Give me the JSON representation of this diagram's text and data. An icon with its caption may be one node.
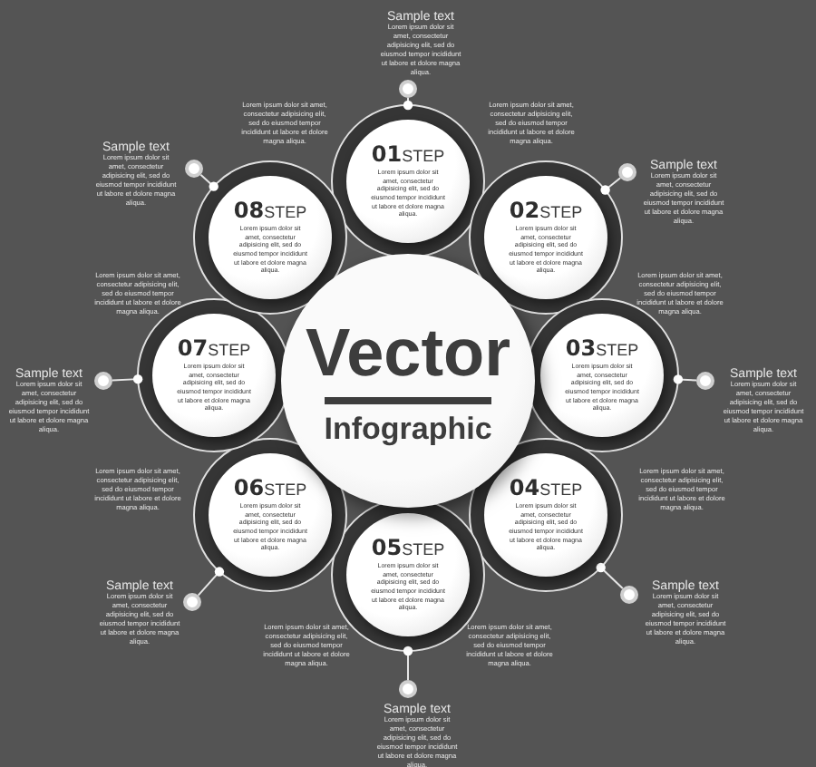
{
  "diagram": {
    "nodes": [
      {
        "text": [
          "Vector",
          "Infographic"
        ]
      },
      {
        "text": [
          "**01**STEP",
          "Lorem ipsum dolor sit amet, consectetur adipisicing elit, sed do eiusmod tempor incididunt ut labore et dolore magna aliqua."
        ]
      },
      {
        "text": [
          "**02**STEP",
          "Lorem ipsum dolor sit amet, consectetur adipisicing elit, sed do eiusmod tempor incididunt ut labore et dolore magna aliqua."
        ]
      },
      {
        "text": [
          "**03**STEP",
          "Lorem ipsum dolor sit amet, consectetur adipisicing elit, sed do eiusmod tempor incididunt ut labore et dolore magna aliqua."
        ]
      },
      {
        "text": [
          "**04**STEP",
          "Lorem ipsum dolor sit amet, consectetur adipisicing elit, sed do eiusmod tempor incididunt ut labore et dolore magna aliqua."
        ]
      },
      {
        "text": [
          "**05**STEP",
          "Lorem ipsum dolor sit amet, consectetur adipisicing elit, sed do eiusmod tempor incididunt ut labore et dolore magna aliqua."
        ]
      },
      {
        "text": [
          "**06**STEP",
          "Lorem ipsum dolor sit amet, consectetur adipisicing elit, sed do eiusmod tempor incididunt ut labore et dolore magna aliqua."
        ]
      },
      {
        "text": [
          "**07**STEP",
          "Lorem ipsum dolor sit amet, consectetur adipisicing elit, sed do eiusmod tempor incididunt ut labore et dolore magna aliqua."
        ]
      },
      {
        "text": [
          "**08**STEP",
          "Lorem ipsum dolor sit amet, consectetur adipisicing elit, sed do eiusmod tempor incididunt ut labore et dolore magna aliqua."
        ]
      },
      {
        "text": [],
        "shape": "circle",
        "beside": [
          "Sample text",
          "Lorem ipsum dolor sit amet, consectetur adipisicing elit, sed do eiusmod tempor incididunt ut labore et dolore magna aliqua."
        ]
      },
      {
        "text": [],
        "shape": "circle",
        "beside": [
          "Sample text",
          "Lorem ipsum dolor sit amet, consectetur adipisicing elit, sed do eiusmod tempor incididunt ut labore et dolore magna aliqua."
        ]
      },
      {
        "text": [],
        "shape": "circle",
        "beside": [
          "Sample text",
          "Lorem ipsum dolor sit amet, consectetur adipisicing elit, sed do eiusmod tempor incididunt ut labore et dolore magna aliqua."
        ]
      },
      {
        "text": [],
        "shape": "circle",
        "beside": [
          "Sample text",
          "Lorem ipsum dolor sit amet, consectetur adipisicing elit, sed do eiusmod tempor incididunt ut labore et dolore magna aliqua."
        ]
      },
      {
        "text": [],
        "shape": "circle",
        "beside": [
          "Sample text",
          "Lorem ipsum dolor sit amet, consectetur adipisicing elit, sed do eiusmod tempor incididunt ut labore et dolore magna aliqua."
        ]
      },
      {
        "text": [],
        "shape": "circle",
        "beside": [
          "Sample text",
          "Lorem ipsum dolor sit amet, consectetur adipisicing elit, sed do eiusmod tempor incididunt ut labore et dolore magna aliqua."
        ]
      },
      {
        "text": [],
        "shape": "circle",
        "beside": [
          "Sample text",
          "Lorem ipsum dolor sit amet, consectetur adipisicing elit, sed do eiusmod tempor incididunt ut labore et dolore magna aliqua."
        ]
      },
      {
        "text": [],
        "shape": "circle",
        "beside": [
          "Sample text",
          "Lorem ipsum dolor sit amet, consectetur adipisicing elit, sed do eiusmod tempor incididunt ut labore et dolore magna aliqua."
        ]
      }
    ],
    "edges": [
      {
        "from": 1,
        "to": 9,
        "arrow": "none"
      },
      {
        "from": 2,
        "to": 10,
        "arrow": "none"
      },
      {
        "from": 3,
        "to": 11,
        "arrow": "none"
      },
      {
        "from": 4,
        "to": 12,
        "arrow": "none"
      },
      {
        "from": 5,
        "to": 13,
        "arrow": "none"
      },
      {
        "from": 6,
        "to": 14,
        "arrow": "none"
      },
      {
        "from": 7,
        "to": 15,
        "arrow": "none"
      },
      {
        "from": 8,
        "to": 16,
        "arrow": "none"
      }
    ],
    "labels": [
      "Lorem ipsum dolor sit amet, consectetur adipisicing elit, sed do eiusmod tempor incididunt ut labore et dolore magna aliqua.",
      "Lorem ipsum dolor sit amet, consectetur adipisicing elit, sed do eiusmod tempor incididunt ut labore et dolore magna aliqua.",
      "Lorem ipsum dolor sit amet, consectetur adipisicing elit, sed do eiusmod tempor incididunt ut labore et dolore magna aliqua.",
      "Lorem ipsum dolor sit amet, consectetur adipisicing elit, sed do eiusmod tempor incididunt ut labore et dolore magna aliqua.",
      "Lorem ipsum dolor sit amet, consectetur adipisicing elit, sed do eiusmod tempor incididunt ut labore et dolore magna aliqua.",
      "Lorem ipsum dolor sit amet, consectetur adipisicing elit, sed do eiusmod tempor incididunt ut labore et dolore magna aliqua.",
      "Lorem ipsum dolor sit amet, consectetur adipisicing elit, sed do eiusmod tempor incididunt ut labore et dolore magna aliqua.",
      "Lorem ipsum dolor sit amet, consectetur adipisicing elit, sed do eiusmod tempor incididunt ut labore et dolore magna aliqua."
    ]
  }
}
